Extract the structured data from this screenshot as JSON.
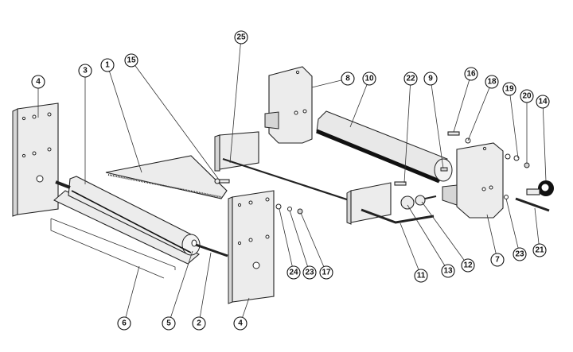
{
  "diagram": {
    "type": "exploded-assembly",
    "callouts": [
      "4",
      "3",
      "1",
      "15",
      "25",
      "8",
      "10",
      "22",
      "9",
      "16",
      "18",
      "19",
      "20",
      "14",
      "6",
      "5",
      "2",
      "4",
      "24",
      "23",
      "17",
      "11",
      "13",
      "12",
      "7",
      "23",
      "21"
    ]
  }
}
